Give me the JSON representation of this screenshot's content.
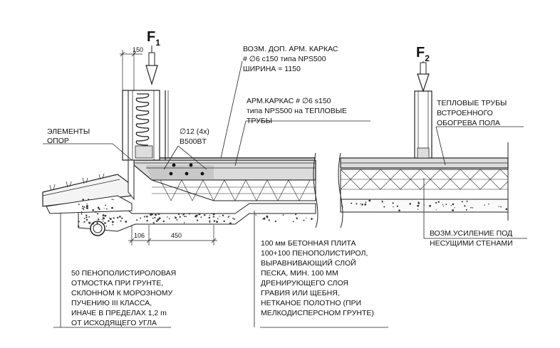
{
  "forces": {
    "f1": {
      "letter": "F",
      "sub": "1"
    },
    "f2": {
      "letter": "F",
      "sub": "2"
    }
  },
  "dimensions": {
    "wall_width": "150",
    "edge_offset": "106",
    "footing_width": "450"
  },
  "labels": {
    "extra_cage": [
      "ВОЗМ. ДОП. АРМ. КАРКАС",
      "# ∅6 с150 типа NPS500",
      "ШИРИНА = 1150"
    ],
    "main_cage": [
      "АРМ.КАРКАС # ∅6 s150",
      "типа NPS500 на ТЕПЛОВЫЕ",
      "ТРУБЫ"
    ],
    "heat_pipes": [
      "ТЕПЛОВЫЕ ТРУБЫ",
      "ВСТРОЕННОГО",
      "ОБОГРЕВА ПОЛА"
    ],
    "support_elements": [
      "ЭЛЕМЕНТЫ",
      "ОПОР"
    ],
    "rebar": [
      "∅12 (4x)",
      "B500BT"
    ],
    "reinforcement_under_walls": [
      "ВОЗМ.УСИЛЕНИЕ ПОД",
      "НЕСУЩИМИ СТЕНАМИ"
    ],
    "layers": [
      "100 мм БЕТОННАЯ ПЛИТА",
      "100+100 ПЕНОПОЛИСТИРОЛ,",
      "ВЫРАВНИВАЮЩИЙ СЛОЙ",
      "ПЕСКА, МИН. 100 ММ",
      "ДРЕНИРУЮЩЕГО СЛОЯ",
      "ГРАВИЯ ИЛИ ЩЕБНЯ,",
      "НЕТКАНОЕ ПОЛОТНО (ПРИ",
      "МЕЛКОДИСПЕРСНОМ ГРУНТЕ)"
    ],
    "edge_insulation": [
      "50 ПЕНОПОЛИСТИРОЛОВАЯ",
      "ОТМОСТКА ПРИ ГРУНТЕ,",
      "СКЛОННОМ К МОРОЗНОМУ",
      "ПУЧЕНИЮ III КЛАССА,",
      "ИНАЧЕ В ПРЕДЕЛАХ 1,2 m",
      "ОТ ИСХОДЯЩЕГО УГЛА"
    ]
  }
}
